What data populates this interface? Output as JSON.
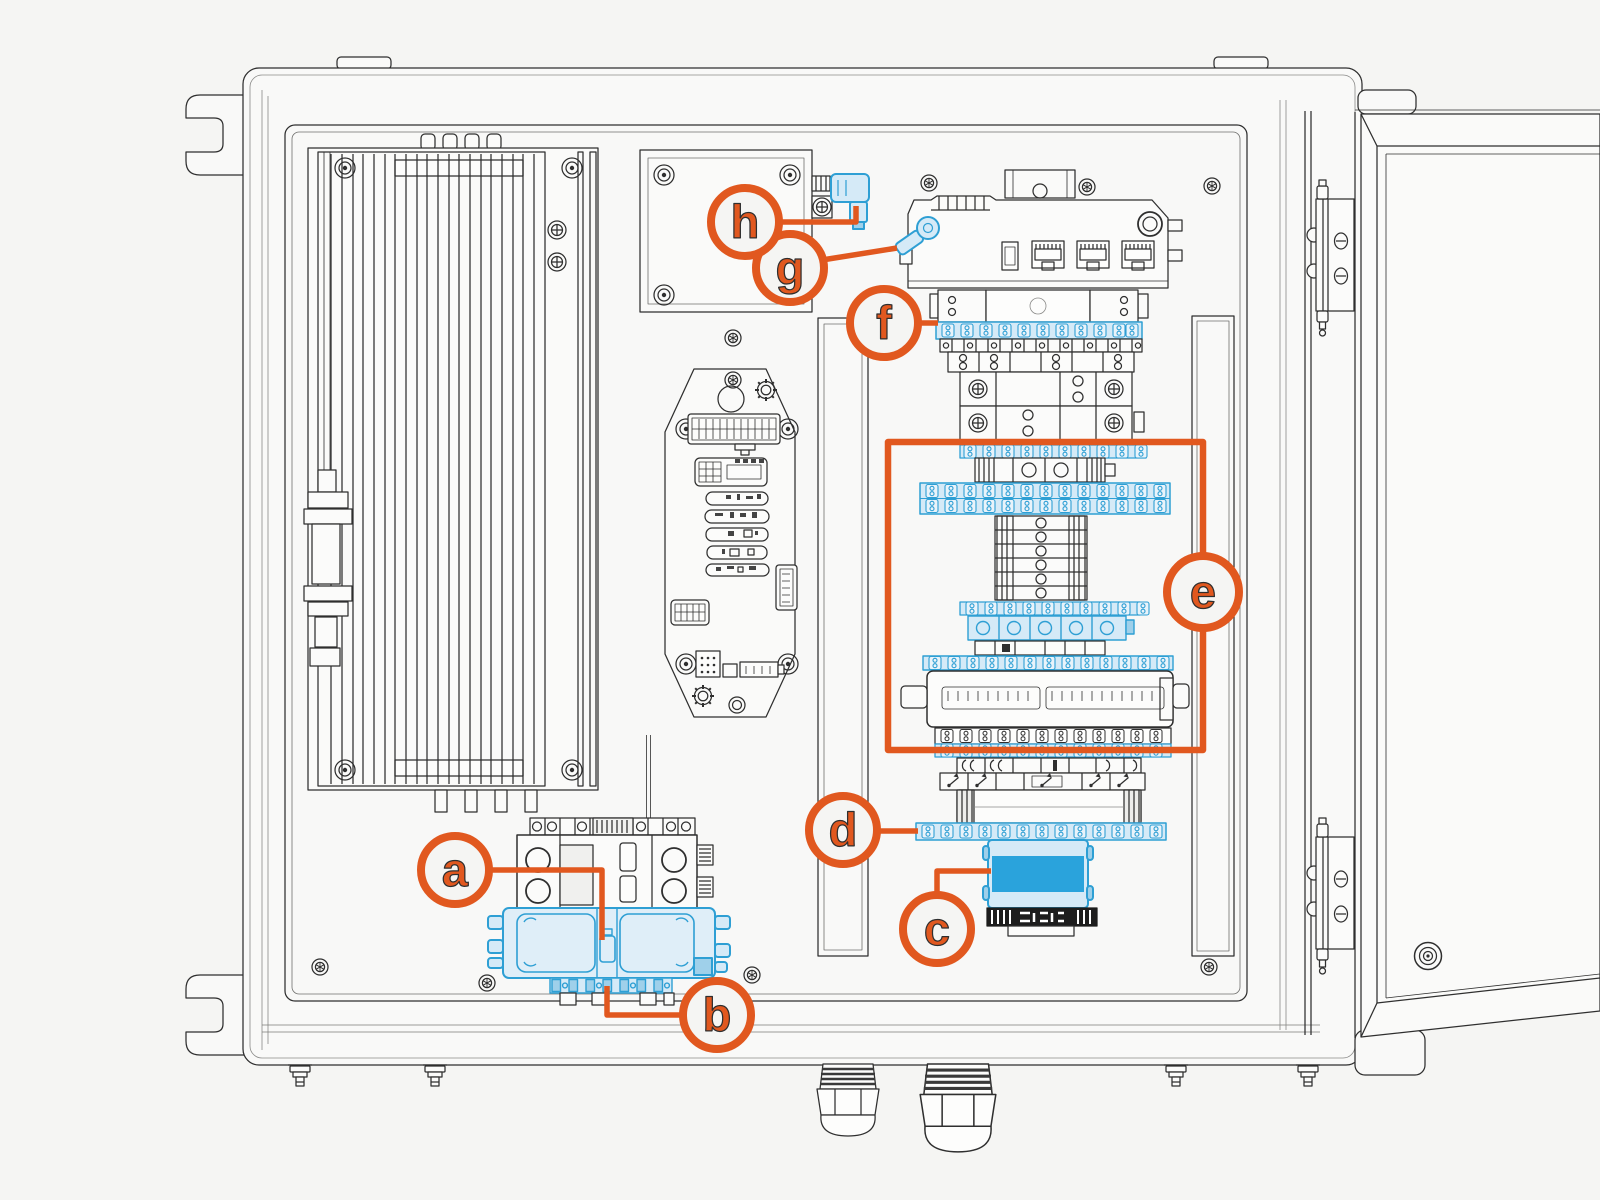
{
  "figure": {
    "background": "#f5f5f3",
    "accent_orange": "#e1581f",
    "highlight_blue": "#2e9fd4",
    "highlight_blue_fill": "#d5eaf7",
    "highlight_blue_mid": "#9fd0ea",
    "highlight_blue_solid": "#2aa3dc"
  },
  "callouts": [
    {
      "letter": "a"
    },
    {
      "letter": "b"
    },
    {
      "letter": "c"
    },
    {
      "letter": "d"
    },
    {
      "letter": "e"
    },
    {
      "letter": "f"
    },
    {
      "letter": "g"
    },
    {
      "letter": "h"
    }
  ]
}
